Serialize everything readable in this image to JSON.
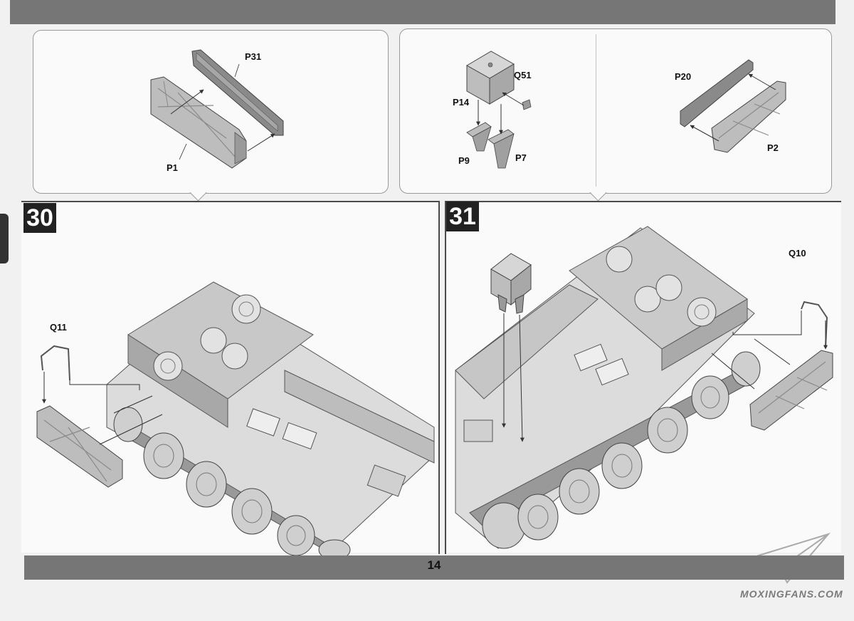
{
  "page": {
    "number": "14"
  },
  "steps": [
    {
      "id": "30",
      "number": "30"
    },
    {
      "id": "31",
      "number": "31"
    }
  ],
  "insets": {
    "step30": {
      "parts": [
        "P31",
        "P1"
      ]
    },
    "step31_left": {
      "parts": [
        "Q51",
        "P14",
        "P9",
        "P7"
      ]
    },
    "step31_right": {
      "parts": [
        "P20",
        "P2"
      ]
    }
  },
  "main_labels": {
    "step30": [
      "Q11"
    ],
    "step31": [
      "Q10"
    ]
  },
  "watermark": {
    "text": "MOXINGFANS.COM"
  },
  "colors": {
    "band": "#767676",
    "part_fill": "#bdbdbd",
    "part_dark": "#8f8f8f",
    "badge": "#222222"
  }
}
